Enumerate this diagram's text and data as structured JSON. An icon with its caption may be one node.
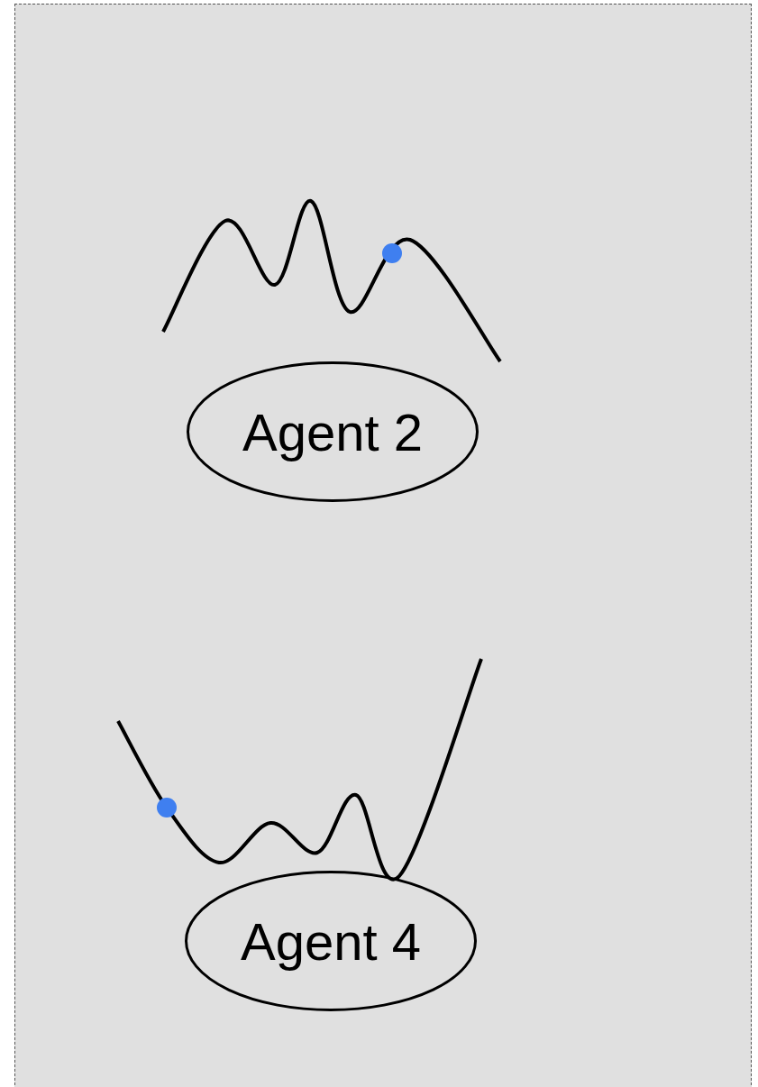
{
  "diagram": {
    "nodes": [
      {
        "text": [],
        "shape": "box"
      },
      {
        "text": [
          "Agent 2"
        ],
        "in": 0
      },
      {
        "text": [
          "Agent 4"
        ],
        "in": 0
      }
    ]
  }
}
